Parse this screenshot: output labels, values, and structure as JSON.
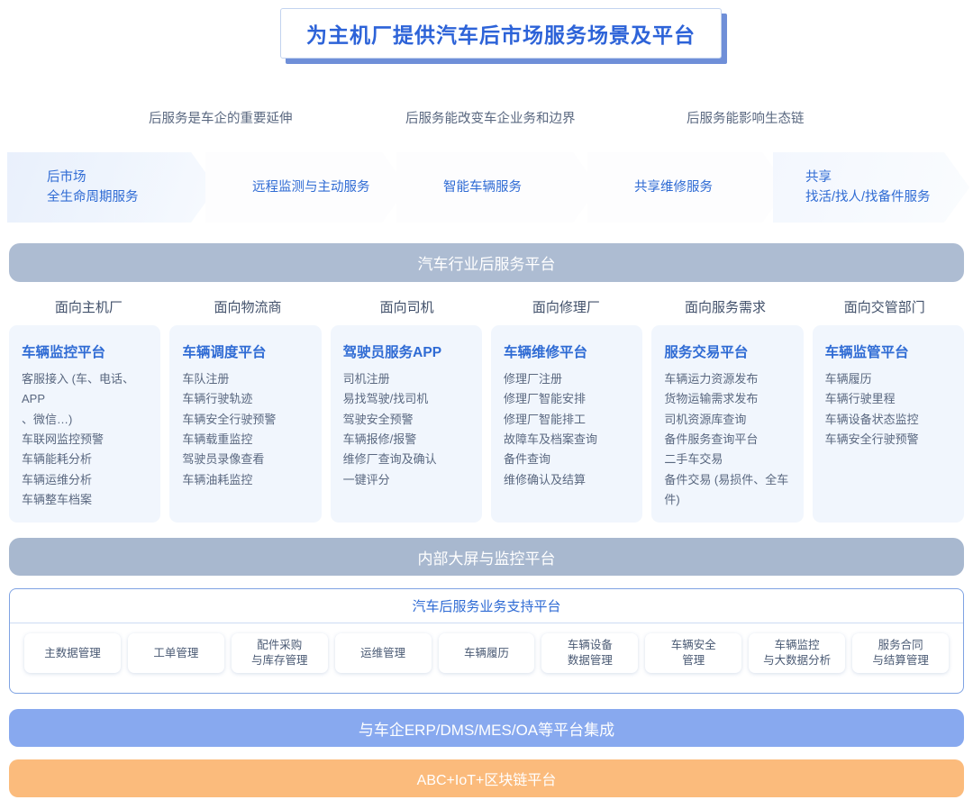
{
  "title": {
    "text": "为主机厂提供汽车后市场服务场景及平台",
    "color": "#2d63d8"
  },
  "captions": [
    "后服务是车企的重要延伸",
    "后服务能改变车企业务和边界",
    "后服务能影响生态链"
  ],
  "chevrons": [
    "后市场\n全生命周期服务",
    "远程监测与主动服务",
    "智能车辆服务",
    "共享维修服务",
    "共享\n找活/找人/找备件服务"
  ],
  "platform_bar": {
    "label": "汽车行业后服务平台",
    "color": "#adbcd2"
  },
  "column_headers": [
    "面向主机厂",
    "面向物流商",
    "面向司机",
    "面向修理厂",
    "面向服务需求",
    "面向交管部门"
  ],
  "columns": [
    {
      "title": "车辆监控平台",
      "items": [
        "客服接入 (车、电话、APP",
        "、微信…)",
        "车联网监控预警",
        "车辆能耗分析",
        "车辆运维分析",
        "车辆整车档案"
      ]
    },
    {
      "title": "车辆调度平台",
      "items": [
        "车队注册",
        "车辆行驶轨迹",
        "车辆安全行驶预警",
        "车辆载重监控",
        "驾驶员录像查看",
        "车辆油耗监控"
      ]
    },
    {
      "title": "驾驶员服务APP",
      "items": [
        "司机注册",
        "易找驾驶/找司机",
        "驾驶安全预警",
        "车辆报修/报警",
        "维修厂查询及确认",
        "一键评分"
      ]
    },
    {
      "title": "车辆维修平台",
      "items": [
        "修理厂注册",
        "修理厂智能安排",
        "修理厂智能排工",
        "故障车及档案查询",
        "备件查询",
        "维修确认及结算"
      ]
    },
    {
      "title": "服务交易平台",
      "items": [
        "车辆运力资源发布",
        "货物运输需求发布",
        "司机资源库查询",
        "备件服务查询平台",
        "二手车交易",
        "备件交易 (易损件、全车件)"
      ]
    },
    {
      "title": "车辆监管平台",
      "items": [
        "车辆履历",
        "车辆行驶里程",
        "车辆设备状态监控",
        "车辆安全行驶预警"
      ]
    }
  ],
  "monitor_bar": {
    "label": "内部大屏与监控平台",
    "color": "#a8b8cf"
  },
  "support": {
    "title": "汽车后服务业务支持平台",
    "chips": [
      "主数据管理",
      "工单管理",
      "配件采购\n与库存管理",
      "运维管理",
      "车辆履历",
      "车辆设备\n数据管理",
      "车辆安全\n管理",
      "车辆监控\n与大数据分析",
      "服务合同\n与结算管理"
    ]
  },
  "integration_bar": {
    "label": "与车企ERP/DMS/MES/OA等平台集成",
    "color": "#88a9ef"
  },
  "tech_bar": {
    "label": "ABC+IoT+区块链平台",
    "color": "#fbbb7c"
  }
}
